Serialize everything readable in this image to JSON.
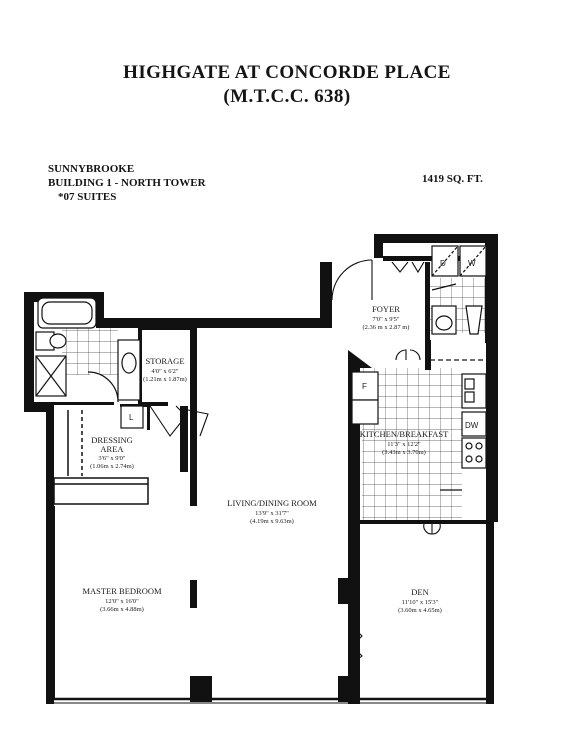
{
  "header": {
    "title": "HIGHGATE AT CONCORDE PLACE",
    "subtitle": "(M.T.C.C. 638)"
  },
  "suite": {
    "name": "SUNNYBROOKE",
    "building": "BUILDING 1 - NORTH TOWER",
    "suites": "*07 SUITES",
    "area": "1419 SQ. FT."
  },
  "rooms": {
    "foyer": {
      "name": "FOYER",
      "dims": "7'0\" x 9'5\"",
      "metric": "(2.36 m x 2.87 m)"
    },
    "storage": {
      "name": "STORAGE",
      "dims": "4'0\" x 6'2\"",
      "metric": "(1.21m x 1.87m)"
    },
    "dressing": {
      "name1": "DRESSING",
      "name2": "AREA",
      "dims": "3'6\" x 9'0\"",
      "metric": "(1.06m x 2.74m)"
    },
    "kitchen": {
      "name": "KITCHEN/BREAKFAST",
      "dims": "11'3\" x 12'2\"",
      "metric": "(3.43m x 3.70m)"
    },
    "living": {
      "name": "LIVING/DINING ROOM",
      "dims": "13'9\" x 31'7\"",
      "metric": "(4.19m x 9.63m)"
    },
    "master": {
      "name": "MASTER BEDROOM",
      "dims": "12'0\" x 16'0\"",
      "metric": "(3.66m x 4.88m)"
    },
    "den": {
      "name": "DEN",
      "dims": "11'10\" x 15'3\"",
      "metric": "(3.60m x 4.65m)"
    }
  },
  "fixtures": {
    "dryer": "D",
    "washer": "W",
    "fridge": "F",
    "dishwasher": "DW",
    "linen": "L"
  }
}
